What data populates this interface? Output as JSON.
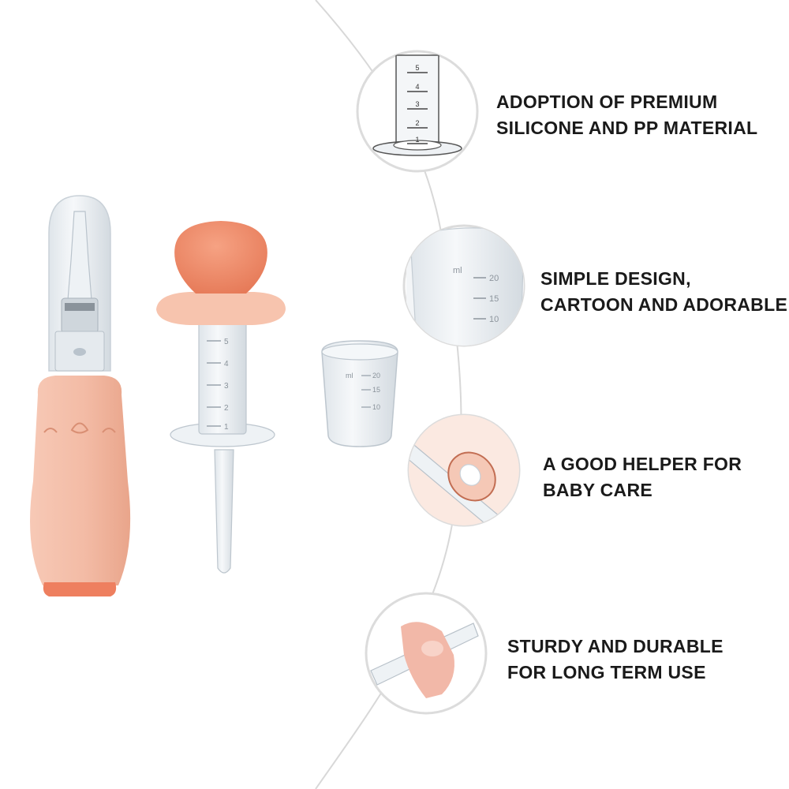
{
  "features": [
    {
      "line1": "ADOPTION OF PREMIUM",
      "line2": "SILICONE AND PP MATERIAL",
      "icon": "graduated-cylinder-icon"
    },
    {
      "line1": "SIMPLE DESIGN,",
      "line2": "CARTOON AND ADORABLE",
      "icon": "measuring-cup-icon"
    },
    {
      "line1": "A GOOD HELPER FOR",
      "line2": "BABY CARE",
      "icon": "dropper-tip-icon"
    },
    {
      "line1": "STURDY AND DURABLE",
      "line2": "FOR LONG TERM USE",
      "icon": "hand-holding-dropper-icon"
    }
  ],
  "dropper_scale": [
    "5",
    "4",
    "3",
    "2",
    "1"
  ],
  "cup_scale": [
    "20",
    "15",
    "10"
  ],
  "cup_unit": "ml",
  "colors": {
    "silicone": "#f2b7a1",
    "silicone_dark": "#e97c5c",
    "accent": "#f08a68",
    "clear_plastic": "#e9edf0",
    "text": "#1a1a1a",
    "curve": "#d8d8d8"
  }
}
